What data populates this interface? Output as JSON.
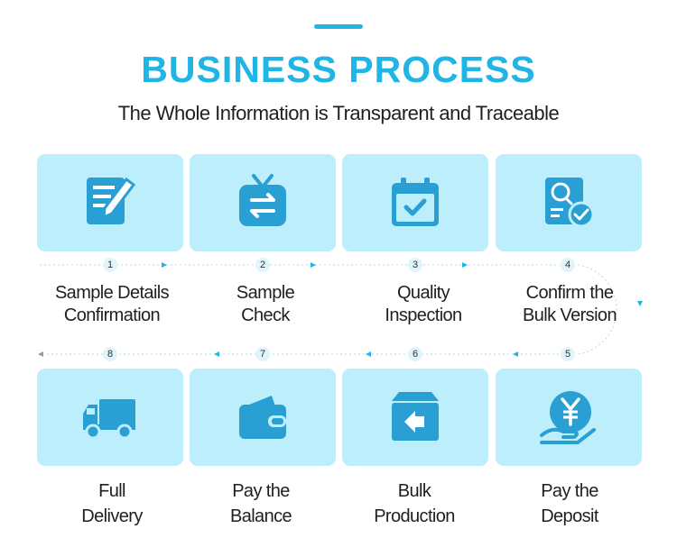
{
  "header": {
    "title": "BUSINESS PROCESS",
    "subtitle": "The Whole Information is Transparent and Traceable"
  },
  "steps": [
    {
      "number": "1",
      "line1": "Sample Details",
      "line2": "Confirmation",
      "icon": "edit-document-icon"
    },
    {
      "number": "2",
      "line1": "Sample",
      "line2": "Check",
      "icon": "exchange-tv-icon"
    },
    {
      "number": "3",
      "line1": "Quality",
      "line2": "Inspection",
      "icon": "calendar-check-icon"
    },
    {
      "number": "4",
      "line1": "Confirm the",
      "line2": "Bulk Version",
      "icon": "search-document-check-icon"
    },
    {
      "number": "5",
      "line1": "Pay the",
      "line2": "Deposit",
      "icon": "yen-coin-hand-icon"
    },
    {
      "number": "6",
      "line1": "Bulk",
      "line2": "Production",
      "icon": "box-arrow-icon"
    },
    {
      "number": "7",
      "line1": "Pay the",
      "line2": "Balance",
      "icon": "wallet-icon"
    },
    {
      "number": "8",
      "line1": "Full",
      "line2": "Delivery",
      "icon": "truck-icon"
    }
  ],
  "colors": {
    "accent": "#1fb6e6",
    "card": "#bdeefb",
    "icon": "#2a9fd3"
  }
}
